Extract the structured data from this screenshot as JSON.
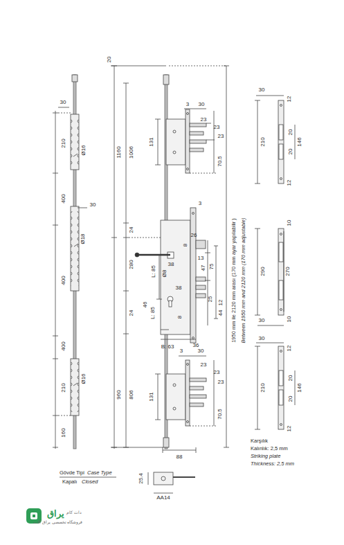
{
  "diagram": {
    "labels": [
      "30",
      "210",
      "Ø16",
      "400",
      "30",
      "Ø18",
      "400",
      "400",
      "Ø16",
      "210",
      "160",
      "20",
      "1160",
      "1006",
      "24",
      "280",
      "24",
      "960",
      "806",
      "3",
      "30",
      "23",
      "23",
      "23",
      "131",
      "70.5",
      "3",
      "26",
      "8",
      "L: 85",
      "38",
      "Ø8",
      "13",
      "75",
      "47",
      "L: 85",
      "38",
      "46",
      "25",
      "8",
      "12",
      "44",
      "B: 63",
      "36",
      "3",
      "30",
      "23",
      "23",
      "23",
      "131",
      "70.5",
      "88",
      "1950 mm ile 2120 mm arası (170 mm ayar yapılabilir )",
      "Between 1950 mm and 2120 mm (170 mm adjustable)",
      "30",
      "12",
      "210",
      "20",
      "146",
      "20",
      "12",
      "10",
      "290",
      "270",
      "30",
      "10",
      "30",
      "12",
      "210",
      "20",
      "146",
      "20",
      "12",
      "Karşılık",
      "Kalınlık: 2,5 mm",
      "Striking plate",
      "Thickness: 2,5 mm",
      "Gövde Tipi",
      "Case Type",
      "Kapalı",
      "Closed",
      "25.4",
      "AA14",
      "یراق",
      "دات کام",
      "فروشگاه تخصصی یراق آلات"
    ]
  }
}
